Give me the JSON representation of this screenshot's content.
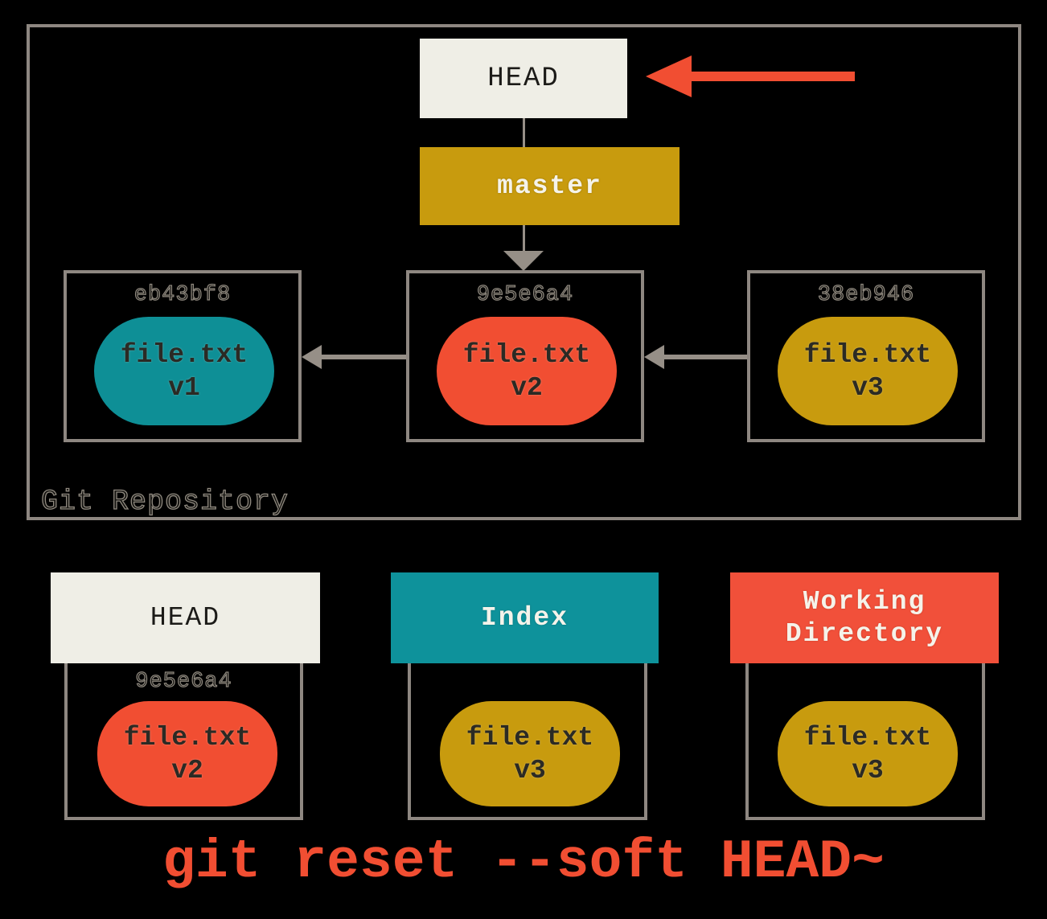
{
  "caption": "git reset --soft HEAD~",
  "colors": {
    "background": "#000000",
    "border_gray": "#8e8781",
    "arrow_gray": "#968f87",
    "accent_red": "#f14e32",
    "accent_gold": "#c89b0e",
    "accent_teal": "#0e929b",
    "box_offwhite": "#efeee6",
    "outlined_label_gray": "#8f897f"
  },
  "repository": {
    "label": "Git Repository",
    "head": {
      "label": "HEAD"
    },
    "branch": {
      "label": "master"
    },
    "commits": [
      {
        "hash": "eb43bf8",
        "file": "file.txt",
        "version": "v1",
        "color": "teal"
      },
      {
        "hash": "9e5e6a4",
        "file": "file.txt",
        "version": "v2",
        "color": "red"
      },
      {
        "hash": "38eb946",
        "file": "file.txt",
        "version": "v3",
        "color": "gold"
      }
    ]
  },
  "workspace": {
    "head_column": {
      "title": "HEAD",
      "hash": "9e5e6a4",
      "file": "file.txt",
      "version": "v2",
      "color": "red"
    },
    "index_column": {
      "title": "Index",
      "file": "file.txt",
      "version": "v3",
      "color": "gold"
    },
    "working_directory_column": {
      "title": "Working Directory",
      "file": "file.txt",
      "version": "v3",
      "color": "gold"
    }
  }
}
